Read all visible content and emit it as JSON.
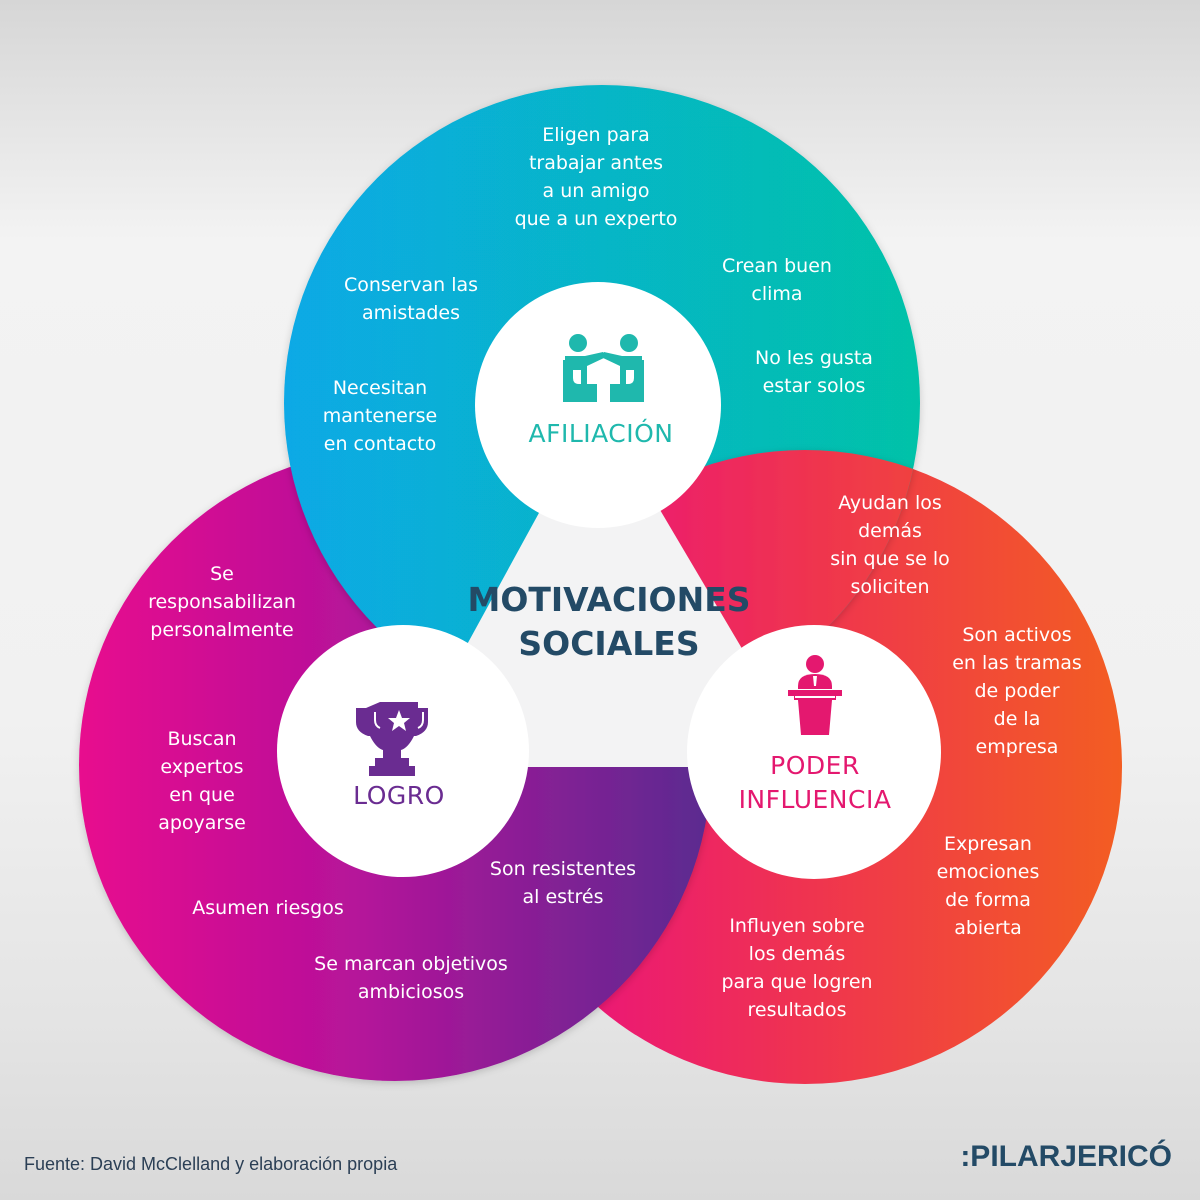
{
  "title": "MOTIVACIONES\nSOCIALES",
  "colors": {
    "afiliacion_gradient": [
      "#07a9e6",
      "#06c2a8"
    ],
    "logro_gradient": [
      "#e8088e",
      "#5e2b91"
    ],
    "poder_gradient": [
      "#ea0f7f",
      "#f35a24"
    ],
    "center_triangle": "#f3f3f4",
    "title": "#234a66",
    "afiliacion_label": "#1fb8ad",
    "logro_label": "#6a2c91",
    "poder_label": "#e4186f"
  },
  "sections": {
    "afiliacion": {
      "label": "AFILIACIÓN",
      "icon": "meeting-people-icon",
      "items": [
        "Eligen para\ntrabajar antes\na un amigo\nque a un experto",
        "Conservan las\namistades",
        "Crean buen\nclima",
        "No les gusta\nestar solos",
        "Necesitan\nmantenerse\nen contacto"
      ]
    },
    "logro": {
      "label": "LOGRO",
      "icon": "trophy-icon",
      "items": [
        "Se\nresponsabilizan\npersonalmente",
        "Buscan\nexpertos\nen que\napoyarse",
        "Asumen riesgos",
        "Son resistentes\nal estrés",
        "Se marcan objetivos\nambiciosos"
      ]
    },
    "poder": {
      "label": "PODER\nINFLUENCIA",
      "icon": "speaker-podium-icon",
      "items": [
        "Ayudan los\ndemás\nsin que se lo\nsoliciten",
        "Son activos\nen las tramas\nde poder\nde la\nempresa",
        "Expresan\nemociones\nde forma\nabierta",
        "Influyen sobre\nlos demás\npara que logren\nresultados"
      ]
    }
  },
  "footer": {
    "source": "Fuente: David McClelland y elaboración propia",
    "brand": ":PILARJERICÓ"
  }
}
